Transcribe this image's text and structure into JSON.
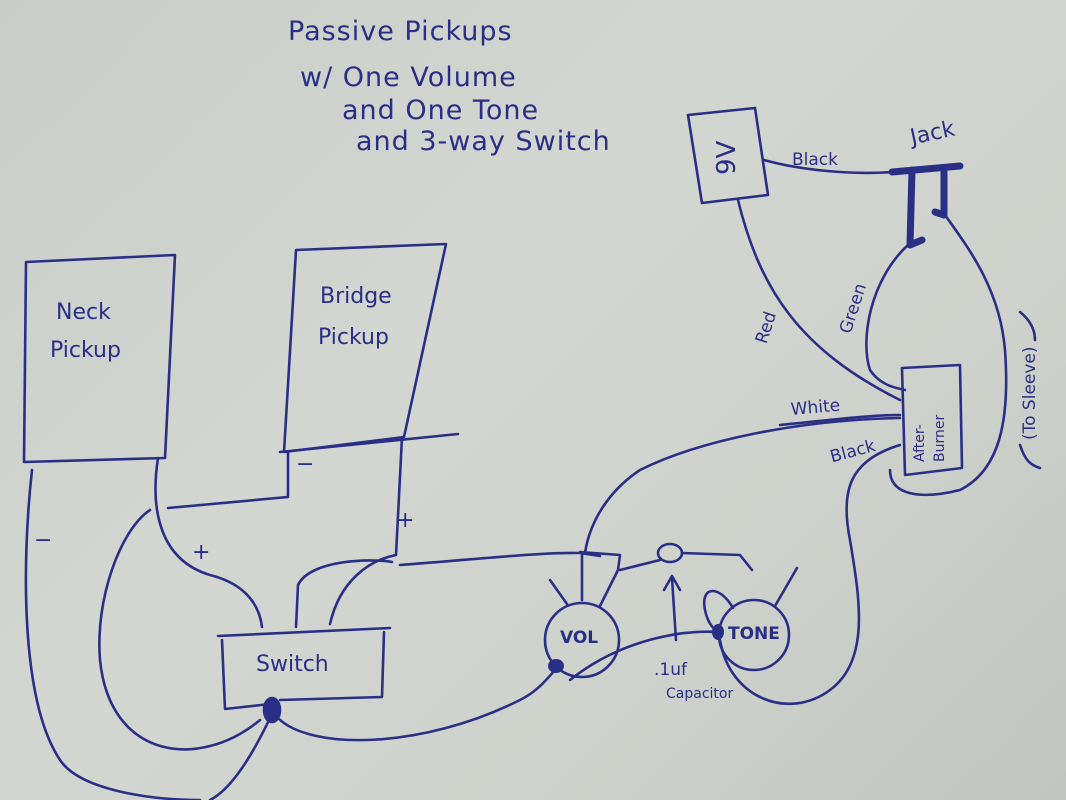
{
  "title": {
    "line1": "Passive Pickups",
    "line2": "w/  One Volume",
    "line3": "and One Tone",
    "line4": "and 3-way Switch"
  },
  "components": {
    "neck_pickup": {
      "line1": "Neck",
      "line2": "Pickup"
    },
    "bridge_pickup": {
      "line1": "Bridge",
      "line2": "Pickup"
    },
    "switch": "Switch",
    "volume_pot": "VOL",
    "tone_pot": "TONE",
    "capacitor": {
      "line1": ".1uf",
      "line2": "Capacitor"
    },
    "battery": "9V",
    "jack": "Jack",
    "afterburner": {
      "line1": "After-",
      "line2": "Burner"
    }
  },
  "wire_labels": {
    "battery_to_jack": "Black",
    "battery_red": "Red",
    "jack_green": "Green",
    "afterburner_white": "White",
    "afterburner_black": "Black",
    "to_sleeve": "(To Sleeve)"
  },
  "polarity": {
    "neck_minus": "−",
    "neck_plus": "+",
    "bridge_minus": "−",
    "bridge_plus": "+"
  }
}
